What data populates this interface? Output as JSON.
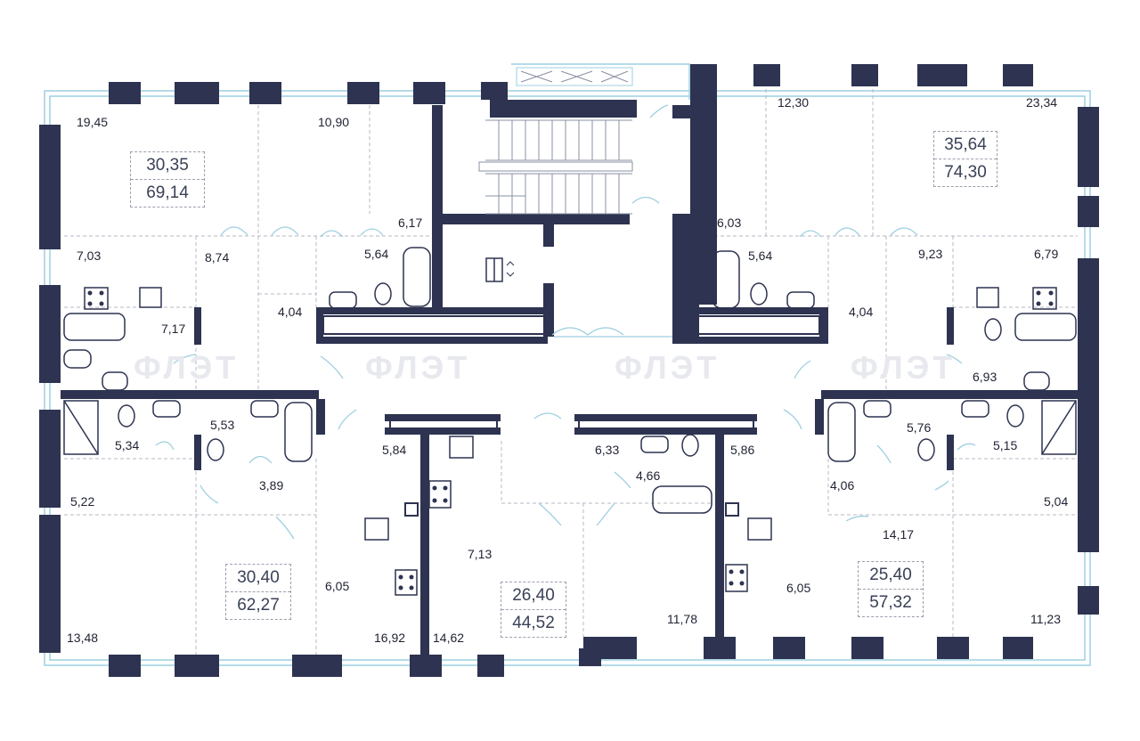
{
  "colors": {
    "wall": "#2d3350",
    "window": "#9ecfe0",
    "fixture": "#2d3350",
    "dash": "#b5bac4",
    "text": "#1f2233"
  },
  "watermark": [
    "ФЛЭТ",
    "ФЛЭТ",
    "ФЛЭТ",
    "ФЛЭТ"
  ],
  "apartments": [
    {
      "living": "30,35",
      "total": "69,14"
    },
    {
      "living": "35,64",
      "total": "74,30"
    },
    {
      "living": "30,40",
      "total": "62,27"
    },
    {
      "living": "26,40",
      "total": "44,52"
    },
    {
      "living": "25,40",
      "total": "57,32"
    }
  ],
  "rooms": [
    "19,45",
    "10,90",
    "12,30",
    "23,34",
    "6,17",
    "6,03",
    "7,03",
    "8,74",
    "5,64",
    "5,64",
    "9,23",
    "6,79",
    "4,04",
    "7,17",
    "4,04",
    "6,93",
    "5,53",
    "5,34",
    "3,89",
    "5,84",
    "6,33",
    "5,86",
    "5,76",
    "5,15",
    "4,66",
    "4,06",
    "5,22",
    "5,04",
    "14,17",
    "7,13",
    "6,05",
    "6,05",
    "13,48",
    "16,92",
    "14,62",
    "11,78",
    "11,23"
  ]
}
